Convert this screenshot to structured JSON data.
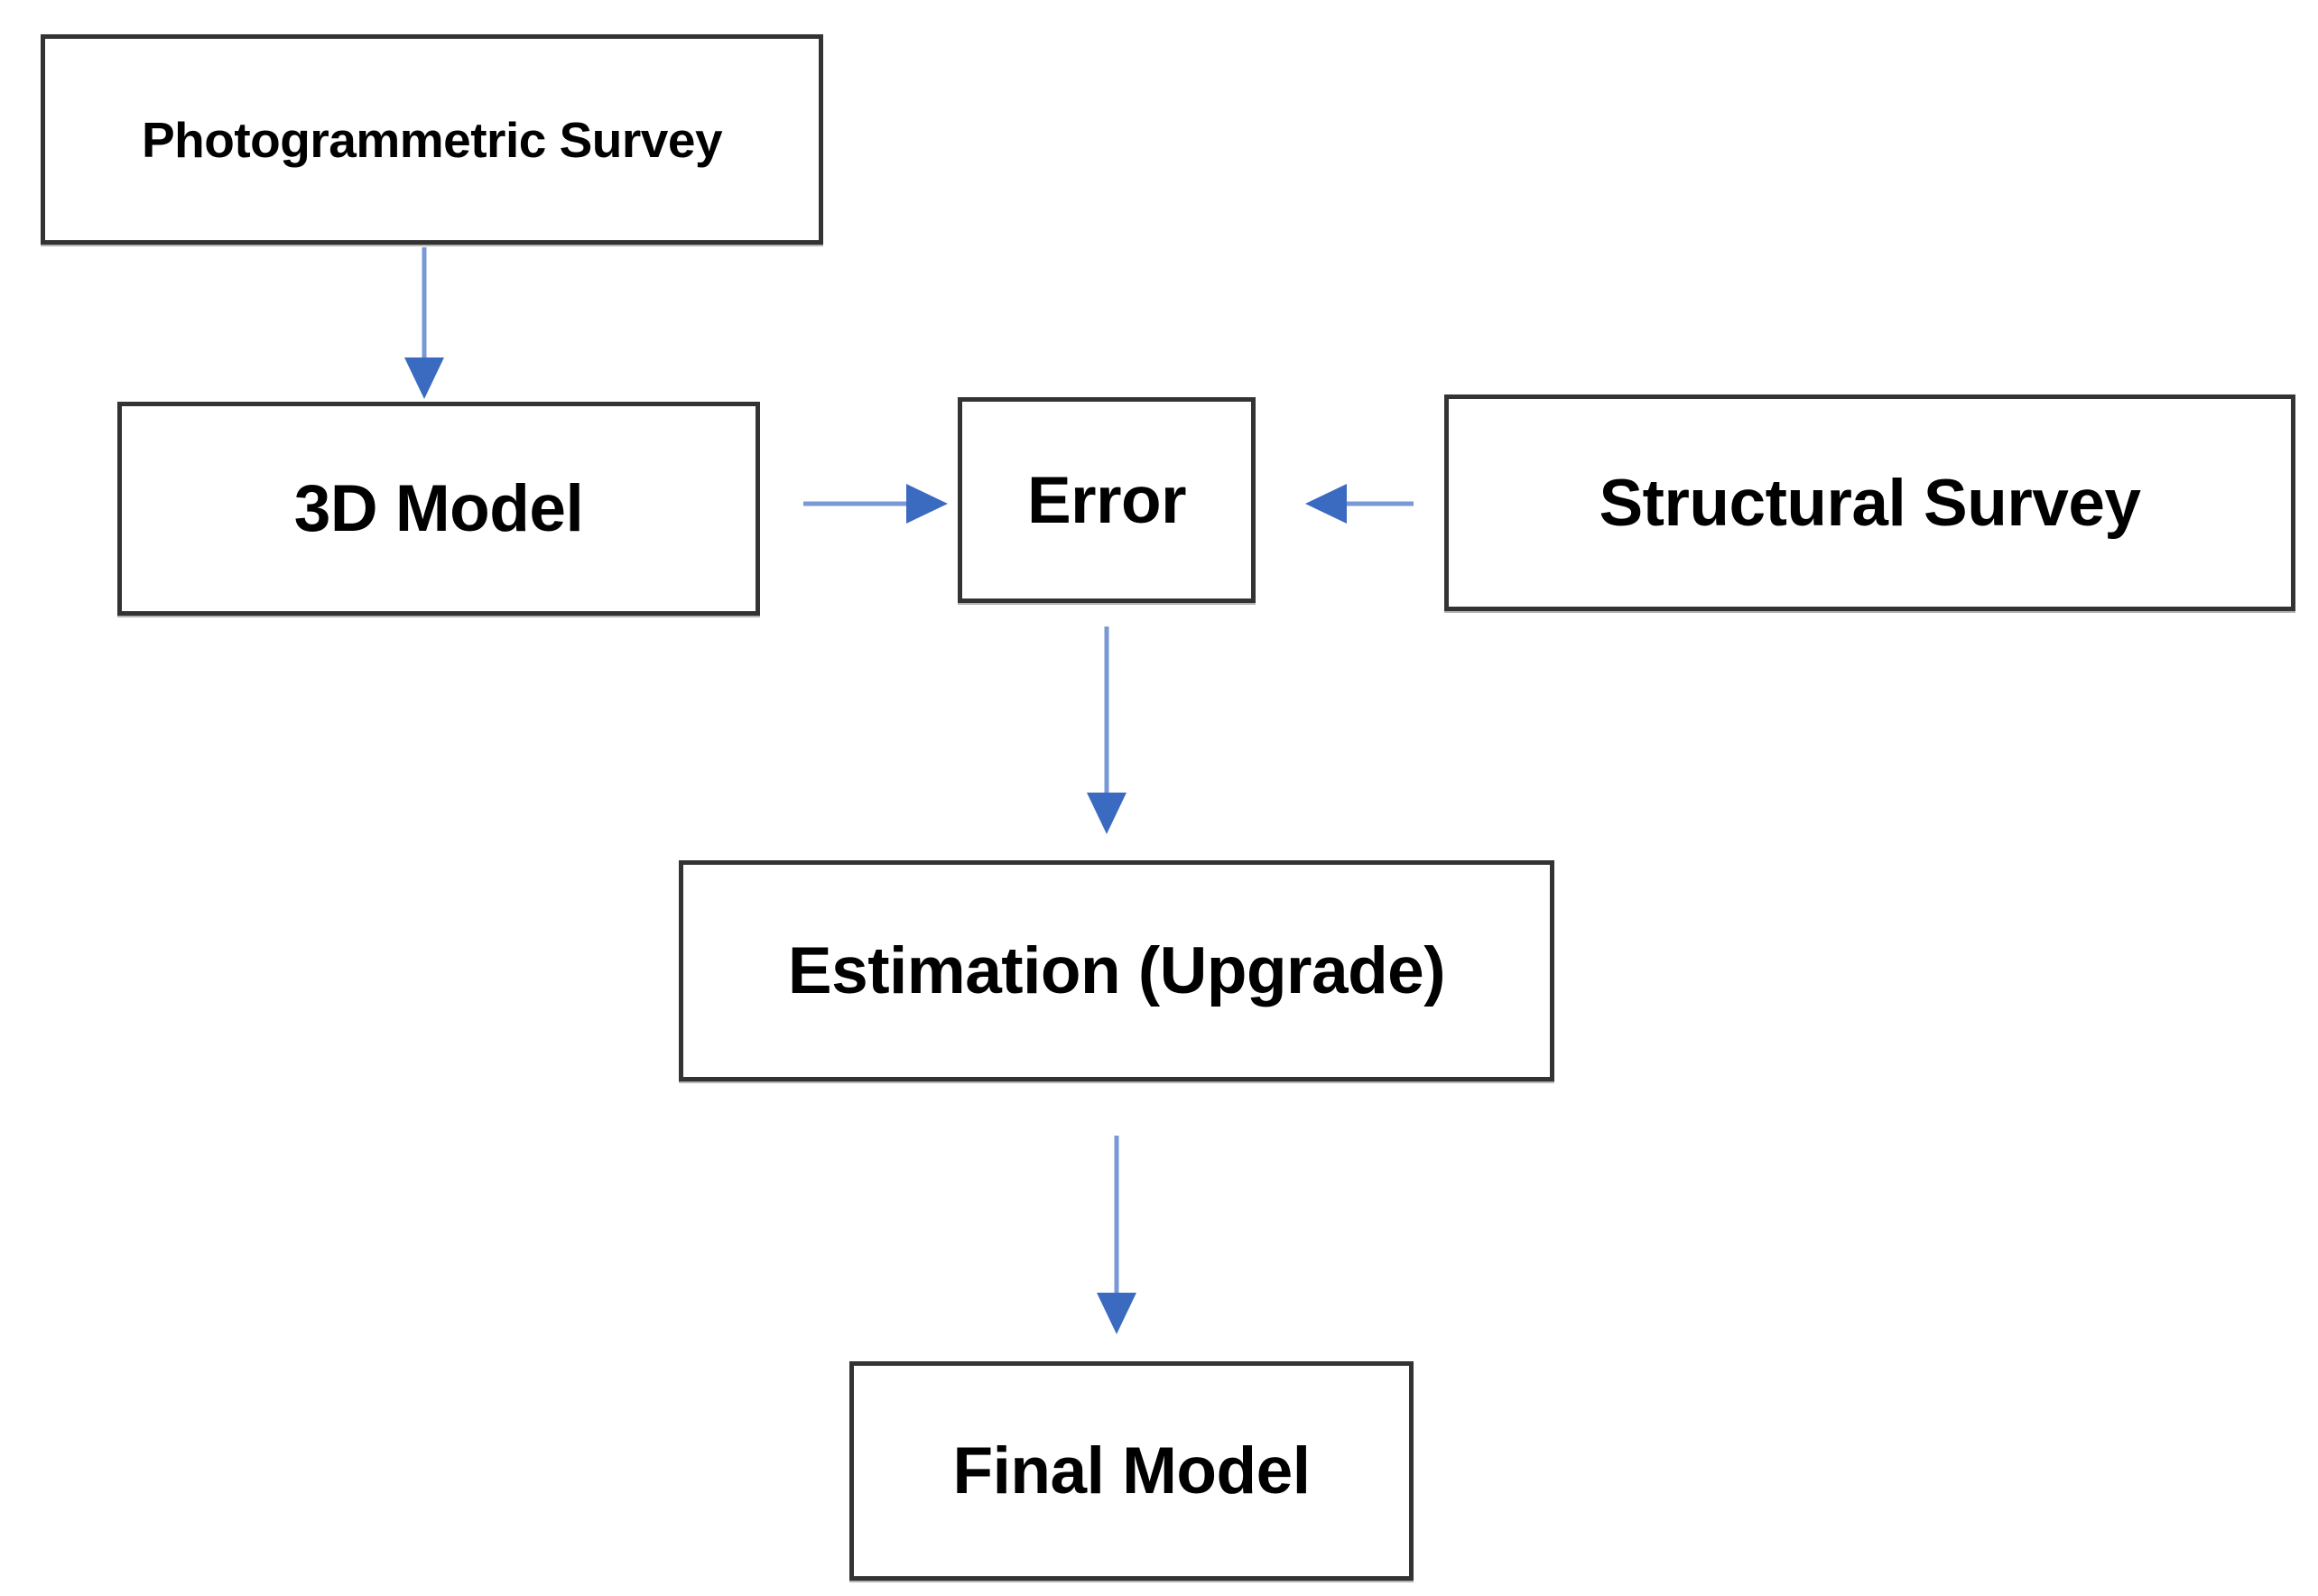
{
  "diagram": {
    "type": "flowchart",
    "background": "#ffffff",
    "nodes": [
      {
        "id": "photogrammetric-survey",
        "label": "Photogrammetric Survey"
      },
      {
        "id": "3d-model",
        "label": "3D Model"
      },
      {
        "id": "error",
        "label": "Error"
      },
      {
        "id": "structural-survey",
        "label": "Structural Survey"
      },
      {
        "id": "estimation-upgrade",
        "label": "Estimation (Upgrade)"
      },
      {
        "id": "final-model",
        "label": "Final Model"
      }
    ],
    "edges": [
      {
        "from": "photogrammetric-survey",
        "to": "3d-model",
        "direction": "down"
      },
      {
        "from": "3d-model",
        "to": "error",
        "direction": "right"
      },
      {
        "from": "structural-survey",
        "to": "error",
        "direction": "left"
      },
      {
        "from": "error",
        "to": "estimation-upgrade",
        "direction": "down"
      },
      {
        "from": "estimation-upgrade",
        "to": "final-model",
        "direction": "down"
      }
    ],
    "colors": {
      "box_fill": "#ffffff",
      "box_border": "#333333",
      "label_text": "#000000",
      "arrow_line": "#7a98d5",
      "arrow_head": "#3b6bc0"
    }
  }
}
